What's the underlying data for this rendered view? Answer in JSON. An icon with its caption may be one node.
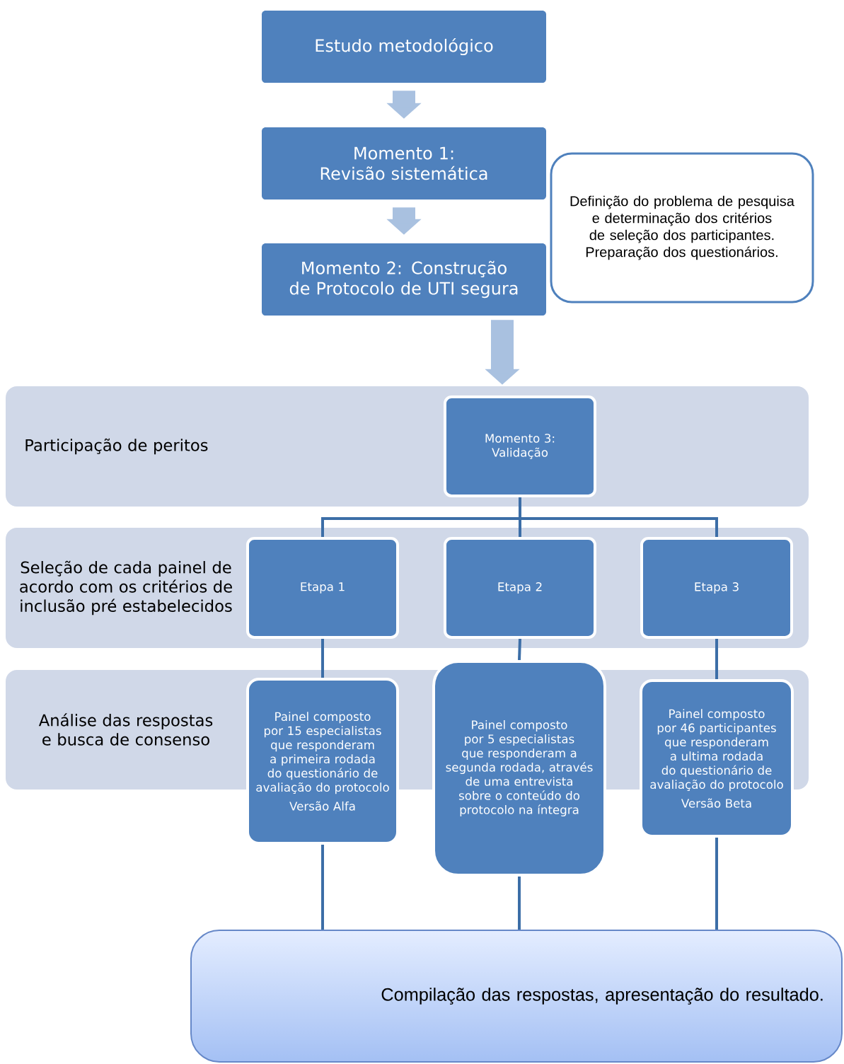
{
  "diagram": {
    "nodes": [
      {
        "text": [
          "Estudo metodológico"
        ]
      },
      {
        "text": [
          "Momento 1: Revisão sistemática"
        ]
      },
      {
        "text": [
          "Momento 2: Construção de Protocolo de UTI segura"
        ]
      },
      {
        "text": [
          "Definição do problema de pesquisa e determinação dos critérios de seleção dos participantes. Preparação dos questionários."
        ]
      },
      {
        "text": [
          "Participação de peritos"
        ]
      },
      {
        "text": [
          "Momento 3: Validação"
        ],
        "in": 4
      },
      {
        "text": [
          "Seleção de cada painel de acordo com os critérios de inclusão pré estabelecidos"
        ]
      },
      {
        "text": [
          "Etapa 1"
        ],
        "in": 6
      },
      {
        "text": [
          "Etapa 2"
        ],
        "in": 6
      },
      {
        "text": [
          "Etapa 3"
        ],
        "in": 6
      },
      {
        "text": [
          "Análise das respostas e busca de consenso"
        ]
      },
      {
        "text": [
          "Painel composto por 15 especialistas que responderam a primeira rodada do questionário de avaliação do protocolo",
          "Versão Alfa"
        ]
      },
      {
        "text": [
          "Painel composto por 5 especialistas que responderam a segunda rodada, através de uma entrevista sobre o conteúdo do protocolo na íntegra"
        ]
      },
      {
        "text": [
          "Painel composto por 46 participantes que responderam a ultima rodada do questionário de avaliação do protocolo",
          "Versão Beta"
        ]
      },
      {
        "text": [
          "Compilação das respostas, apresentação do resultado."
        ]
      }
    ],
    "edges": [
      {
        "from": 0,
        "to": 1,
        "arrow": "to",
        "style": "thick",
        "color": "#a9c1e0"
      },
      {
        "from": 1,
        "to": 2,
        "arrow": "to",
        "style": "thick",
        "color": "#a9c1e0"
      },
      {
        "from": 2,
        "to": 4,
        "arrow": "to",
        "style": "thick",
        "color": "#a9c1e0"
      },
      {
        "from": 5,
        "to": 7,
        "arrow": "none"
      },
      {
        "from": 5,
        "to": 8,
        "arrow": "none"
      },
      {
        "from": 5,
        "to": 9,
        "arrow": "none"
      },
      {
        "from": 7,
        "to": 11,
        "arrow": "none"
      },
      {
        "from": 8,
        "to": 12,
        "arrow": "none"
      },
      {
        "from": 9,
        "to": 13,
        "arrow": "none"
      },
      {
        "from": 11,
        "to": 14,
        "arrow": "none"
      },
      {
        "from": 12,
        "to": 14,
        "arrow": "none"
      },
      {
        "from": 13,
        "to": 14,
        "arrow": "none"
      }
    ]
  }
}
